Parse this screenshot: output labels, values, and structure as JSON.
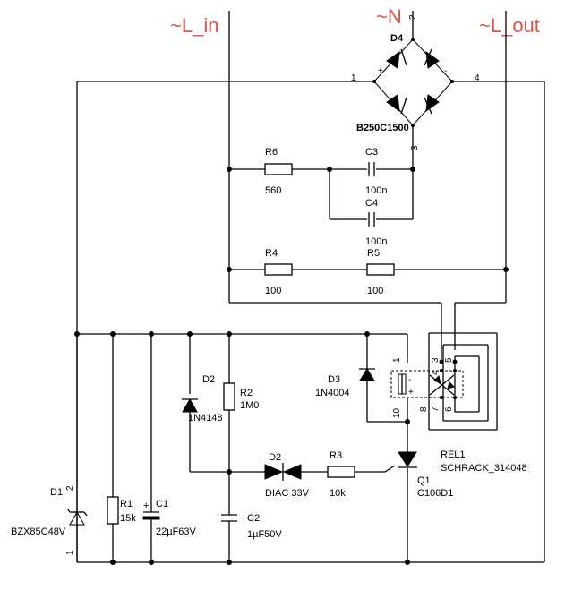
{
  "nets": {
    "l_in": "~L_in",
    "n": "~N",
    "l_out": "~L_out"
  },
  "bridge": {
    "ref": "D4",
    "value": "B250C1500",
    "pin1": "1",
    "pin2": "2",
    "pin3": "3",
    "pin4": "4",
    "plus": "+",
    "minus": "-"
  },
  "r6": {
    "ref": "R6",
    "value": "560"
  },
  "c3": {
    "ref": "C3",
    "value": "100n"
  },
  "c4": {
    "ref": "C4",
    "value": "100n"
  },
  "r4": {
    "ref": "R4",
    "value": "100"
  },
  "r5": {
    "ref": "R5",
    "value": "100"
  },
  "d2a": {
    "ref": "D2",
    "value": "1N4148"
  },
  "r2": {
    "ref": "R2",
    "value": "1M0"
  },
  "d3": {
    "ref": "D3",
    "value": "1N4004"
  },
  "rel1": {
    "ref": "REL1",
    "value": "SCHRACK_314048",
    "p1": "1",
    "p3": "3",
    "p4": "4",
    "p5": "5",
    "p6": "6",
    "p7": "7",
    "p8": "8",
    "p10": "10",
    "minus": "-",
    "plus": "+"
  },
  "diac": {
    "ref": "D2",
    "value": "DIAC 33V"
  },
  "r3": {
    "ref": "R3",
    "value": "10k"
  },
  "q1": {
    "ref": "Q1",
    "value": "C106D1"
  },
  "d1": {
    "ref": "D1",
    "value": "BZX85C48V",
    "pin1": "1",
    "pin2": "2"
  },
  "r1": {
    "ref": "R1",
    "value": "15k"
  },
  "c1": {
    "ref": "C1",
    "value": "22µF63V",
    "plus": "+"
  },
  "c2": {
    "ref": "C2",
    "value": "1µF50V"
  }
}
